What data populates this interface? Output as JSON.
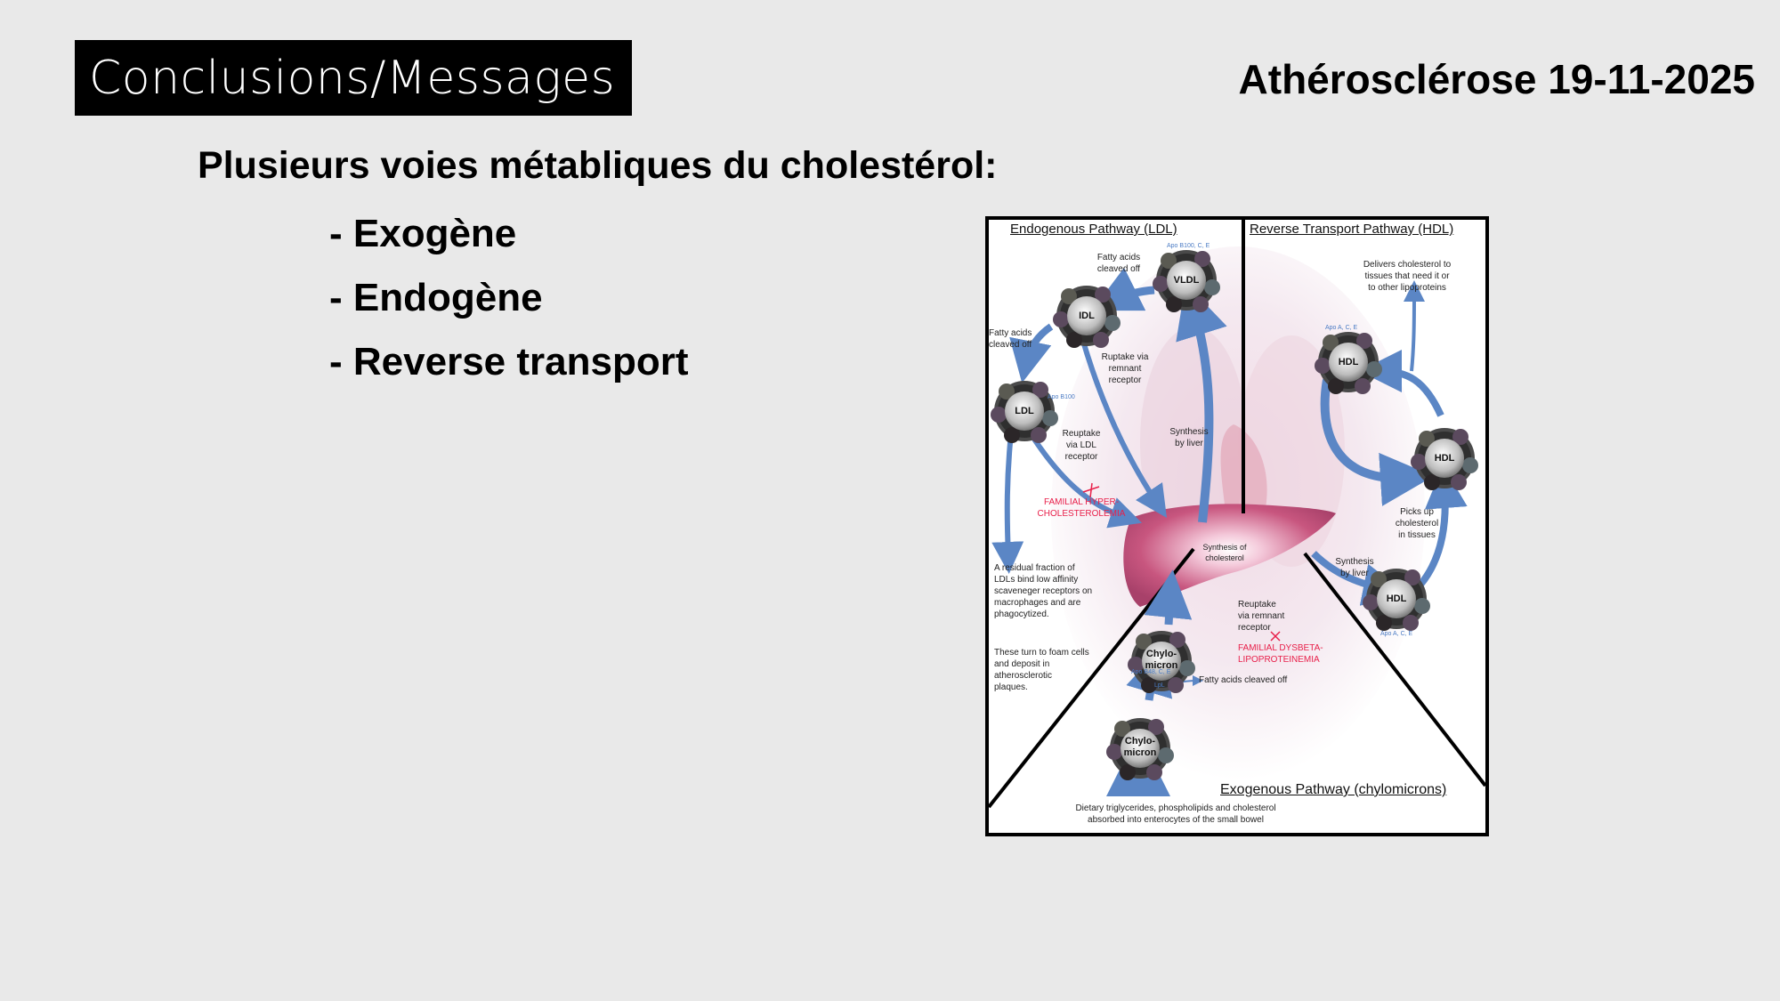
{
  "slide": {
    "title": "Conclusions/Messages",
    "header_right": "Athérosclérose 19-11-2025",
    "intro": "Plusieurs voies métabliques du cholestérol:",
    "bullets": [
      "- Exogène",
      "- Endogène",
      "- Reverse transport"
    ]
  },
  "diagram": {
    "titles": {
      "endogenous": "Endogenous Pathway (LDL)",
      "reverse": "Reverse Transport Pathway (HDL)",
      "exogenous": "Exogenous Pathway (chylomicrons)"
    },
    "particles": {
      "vldl": "VLDL",
      "idl": "IDL",
      "ldl": "LDL",
      "hdl_top": "HDL",
      "hdl_right": "HDL",
      "hdl_bottom": "HDL",
      "chylo_upper": "Chylo-\nmicron",
      "chylo_lower": "Chylo-\nmicron"
    },
    "apo_labels": {
      "vldl": "Apo B100, C, E",
      "ldl": "Apo B100",
      "hdl_top": "Apo A, C, E",
      "hdl_bottom": "Apo A, C, E",
      "chylo": "Apo B48, C, E",
      "lpl": "LpL"
    },
    "labels": {
      "fatty_acids_vldl": "Fatty acids\ncleaved off",
      "fatty_acids_idl": "Fatty acids\ncleaved off",
      "ruptake": "Ruptake via\nremnant\nreceptor",
      "reuptake_ldl": "Reuptake\nvia LDL\nreceptor",
      "synthesis_liver_left": "Synthesis\nby liver",
      "fh": "FAMILIAL HYPER-\nCHOLESTEROLEMIA",
      "residual": "A residual fraction of\nLDLs bind low affinity\nscaveneger receptors on\nmacrophages and are\nphagocytized.",
      "foam": "These turn to foam cells\nand deposit in\natherosclerotic\nplaques.",
      "synthesis_cholesterol": "Synthesis of\ncholesterol",
      "delivers": "Delivers cholesterol to\ntissues that need it or\nto other lipoproteins",
      "picks_up": "Picks up\ncholesterol\nin tissues",
      "synthesis_liver_right": "Synthesis\nby liver",
      "reuptake_remnant": "Reuptake\nvia remnant\nreceptor",
      "fdb": "FAMILIAL DYSBETA-\nLIPOPROTEINEMIA",
      "fatty_acids_chylo": "Fatty acids cleaved off",
      "dietary": "Dietary triglycerides, phospholipids and cholesterol\nabsorbed into enterocytes of the small bowel"
    },
    "colors": {
      "arrow": "#5b86c5",
      "liver": "#c2537f",
      "red_label": "#e8204a"
    }
  }
}
